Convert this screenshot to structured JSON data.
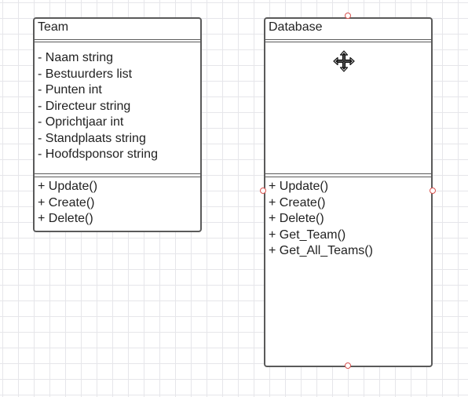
{
  "classes": {
    "team": {
      "name": "Team",
      "attributes": [
        "- Naam string",
        "- Bestuurders list",
        "- Punten int",
        "- Directeur string",
        "- Oprichtjaar int",
        "- Standplaats string",
        "- Hoofdsponsor string"
      ],
      "operations": [
        "+ Update()",
        "+ Create()",
        "+ Delete()"
      ]
    },
    "database": {
      "name": "Database",
      "attributes": [],
      "operations": [
        "+ Update()",
        "+ Create()",
        "+ Delete()",
        "+ Get_Team()",
        "+ Get_All_Teams()"
      ]
    }
  },
  "selection": {
    "selected_class": "Database",
    "cursor_icon": "move-cursor-icon",
    "handle_color": "#d9534f"
  },
  "canvas": {
    "grid": true,
    "grid_color": "#e6e6ea"
  }
}
